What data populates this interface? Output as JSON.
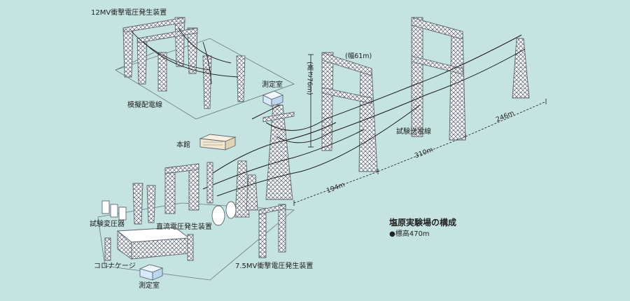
{
  "labels": {
    "impulse_12mv": "12MV衝撃電圧発生装置",
    "model_line": "模擬配電線",
    "measure_room_top": "測定室",
    "main_building": "本館",
    "test_line": "試験送電線",
    "test_transformer": "試験変圧器",
    "dc_generator": "直流電圧発生装置",
    "corona_cage": "コロナケージ",
    "measure_room_bottom": "測定室",
    "impulse_75mv": "7.5MV衝撃電圧発生装置"
  },
  "dimensions": {
    "width_61": "(幅61m)",
    "height_76": "(高さ76m)",
    "span_194": "194m",
    "span_310": "310m",
    "span_246": "246m"
  },
  "legend": {
    "title": "塩原実験場の構成",
    "elevation": "●標高470m"
  },
  "colors": {
    "background": "#c5e3e0",
    "structure": "#5c6570",
    "line": "#1a1a1a",
    "building_fill": "#f2e8d2",
    "room_fill": "#d7e9fa"
  }
}
